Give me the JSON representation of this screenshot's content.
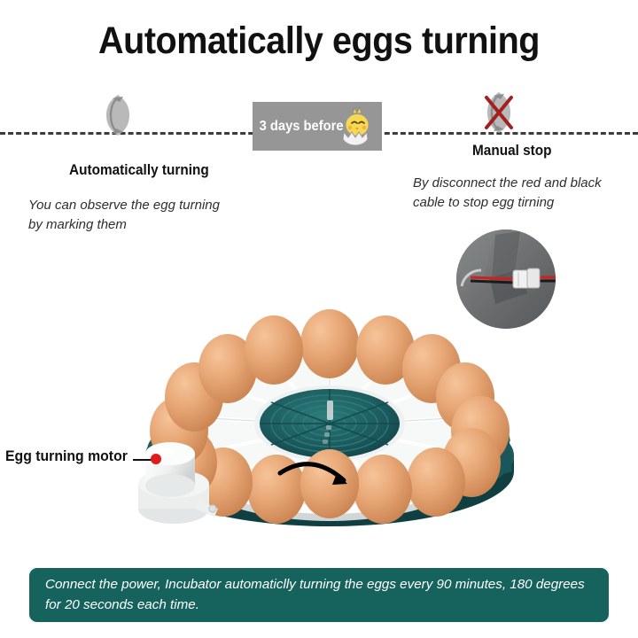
{
  "page": {
    "title": "Automatically eggs turning",
    "background_color": "#ffffff"
  },
  "timeline": {
    "badge": {
      "label": "3 days before",
      "background_color": "#969696",
      "text_color": "#ffffff",
      "icon": "hatching-chick-icon"
    },
    "line_color": "#3c3c3c",
    "left_icon": "rotation-icon",
    "right_icon": "rotation-stopped-icon",
    "cross_color": "#a32020"
  },
  "columns": {
    "left": {
      "heading": "Automatically turning",
      "body": "You can observe the egg turning by marking them"
    },
    "right": {
      "heading": "Manual stop",
      "body": "By disconnect the red and black cable to stop egg tirning",
      "inset_icon": "cable-connector-photo"
    }
  },
  "product": {
    "callout_label": "Egg turning motor",
    "callout_dot_color": "#e01b1b",
    "egg_count": 16,
    "tray_color": "#1d5b5e",
    "rim_color": "#f0f2f2",
    "egg_color": "#e5a070",
    "motor_color": "#f4f5f5",
    "arrow_icon": "turn-direction-arrow-icon"
  },
  "banner": {
    "text": "Connect the power, Incubator automaticlly turning the eggs every 90 minutes, 180 degrees for 20 seconds each time.",
    "background_color": "#16635e",
    "text_color": "#ffffff"
  }
}
